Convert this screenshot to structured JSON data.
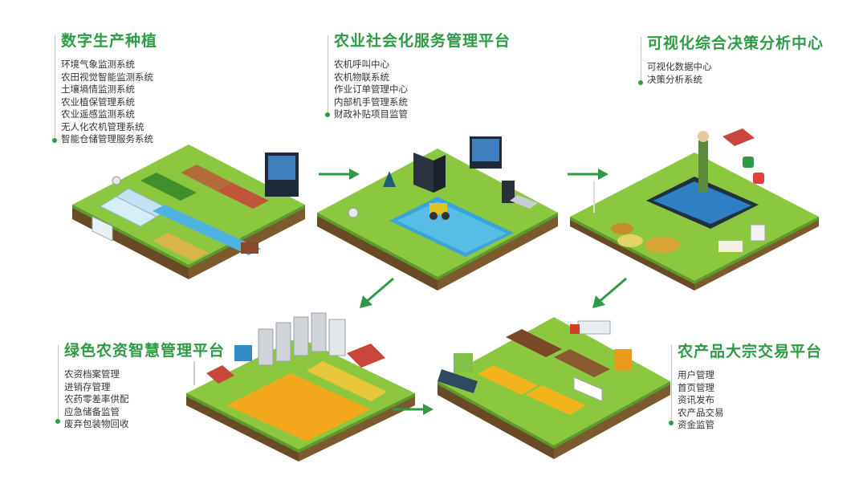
{
  "sections": [
    {
      "title": "数字生产种植",
      "items": [
        "环境气象监测系统",
        "农田视觉智能监测系统",
        "土壤墒情监测系统",
        "农业植保管理系统",
        "农业遥感监测系统",
        "无人化农机管理系统",
        "智能仓储管理服务系统"
      ]
    },
    {
      "title": "农业社会化服务管理平台",
      "items": [
        "农机呼叫中心",
        "农机物联系统",
        "作业订单管理中心",
        "内部机手管理系统",
        "财政补贴项目监管"
      ]
    },
    {
      "title": "可视化综合决策分析中心",
      "items": [
        "可视化数据中心",
        "决策分析系统"
      ]
    },
    {
      "title": "绿色农资智慧管理平台",
      "items": [
        "农资档案管理",
        "进销存管理",
        "农药零差率供配",
        "应急储备监管",
        "废弃包装物回收"
      ]
    },
    {
      "title": "农产品大宗交易平台",
      "items": [
        "用户管理",
        "首页管理",
        "资讯发布",
        "农产品交易",
        "资金监管"
      ]
    }
  ],
  "colors": {
    "accent": "#2e9a45",
    "grass": "#7cc24a",
    "soil": "#8a6a3a",
    "water": "#3aa6d8"
  }
}
